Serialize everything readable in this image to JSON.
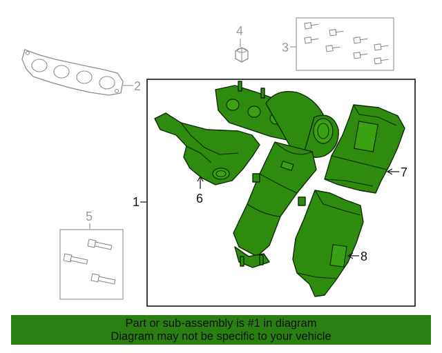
{
  "colors": {
    "highlight_green": "#2e8b0e",
    "banner_green": "#2b7f12",
    "outline_grey": "#8c8c8c",
    "frame_black": "#111111"
  },
  "callouts": {
    "c1": "1",
    "c2": "2",
    "c3": "3",
    "c4": "4",
    "c5": "5",
    "c6": "6",
    "c7": "7",
    "c8": "8"
  },
  "banner": {
    "line1": "Part or sub-assembly is #1 in diagram",
    "line2": "Diagram may not be specific to your vehicle"
  }
}
